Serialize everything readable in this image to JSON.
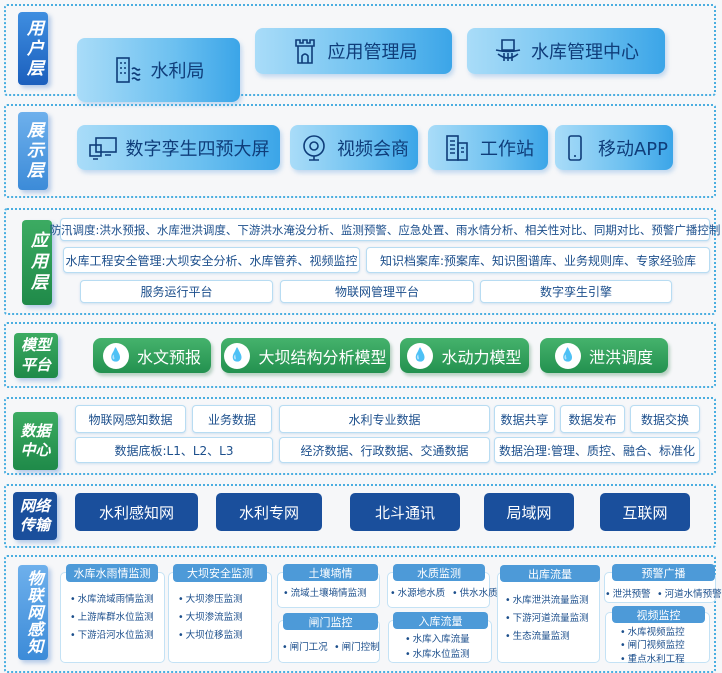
{
  "user_layer": {
    "label": "用户层",
    "items": [
      {
        "label": "水利局",
        "icon": "building-water-icon"
      },
      {
        "label": "应用管理局",
        "icon": "castle-tower-icon"
      },
      {
        "label": "水库管理中心",
        "icon": "reservoir-dam-icon"
      }
    ]
  },
  "display_layer": {
    "label": "展示层",
    "items": [
      {
        "label": "数字孪生四预大屏",
        "icon": "monitors-icon"
      },
      {
        "label": "视频会商",
        "icon": "webcam-icon"
      },
      {
        "label": "工作站",
        "icon": "office-building-icon"
      },
      {
        "label": "移动APP",
        "icon": "mobile-phone-icon"
      }
    ]
  },
  "app_layer": {
    "label": "应用层",
    "rows": [
      [
        "防汛调度:洪水预报、水库泄洪调度、下游洪水淹没分析、监测预警、应急处置、雨水情分析、相关性对比、同期对比、预警广播控制"
      ],
      [
        "水库工程安全管理:大坝安全分析、水库管养、视频监控",
        "知识档案库:预案库、知识图谱库、业务规则库、专家经验库"
      ],
      [
        "服务运行平台",
        "物联网管理平台",
        "数字孪生引擎"
      ]
    ]
  },
  "model_layer": {
    "label": "模型平台",
    "items": [
      "水文预报",
      "大坝结构分析模型",
      "水动力模型",
      "泄洪调度"
    ]
  },
  "data_center": {
    "label": "数据中心",
    "row1": [
      "物联网感知数据",
      "业务数据",
      "水利专业数据",
      "数据共享",
      "数据发布",
      "数据交换"
    ],
    "row2": [
      "数据底板:L1、L2、L3",
      "经济数据、行政数据、交通数据",
      "数据治理:管理、质控、融合、标准化"
    ]
  },
  "network": {
    "label": "网络传输",
    "items": [
      "水利感知网",
      "水利专网",
      "北斗通讯",
      "局域网",
      "互联网"
    ]
  },
  "iot": {
    "label": "物联网感知",
    "groups": [
      {
        "title": "水库水雨情监测",
        "items": [
          "水库流域雨情监测",
          "上游库群水位监测",
          "下游沿河水位监测"
        ]
      },
      {
        "title": "大坝安全监测",
        "items": [
          "大坝渗压监测",
          "大坝渗流监测",
          "大坝位移监测"
        ]
      },
      {
        "title": "土壤墒情",
        "items": [
          "流域土壤墒情监测"
        ]
      },
      {
        "title": "闸门监控",
        "items": [
          "闸门工况",
          "闸门控制"
        ]
      },
      {
        "title": "水质监测",
        "items": [
          "水源地水质",
          "供水水质"
        ]
      },
      {
        "title": "入库流量",
        "items": [
          "水库入库流量",
          "水库水位监测"
        ]
      },
      {
        "title": "出库流量",
        "items": [
          "水库泄洪流量监测",
          "下游河道流量监测",
          "生态流量监测"
        ]
      },
      {
        "title": "预警广播",
        "items": [
          "泄洪预警",
          "河道水情预警"
        ]
      },
      {
        "title": "视频监控",
        "items": [
          "水库视频监控",
          "闸门视频监控",
          "重点水利工程"
        ]
      }
    ]
  },
  "colors": {
    "section_border": "#4aaee0",
    "green": "#23914f",
    "navy": "#1a4f9c",
    "text": "#1c4f8c"
  }
}
